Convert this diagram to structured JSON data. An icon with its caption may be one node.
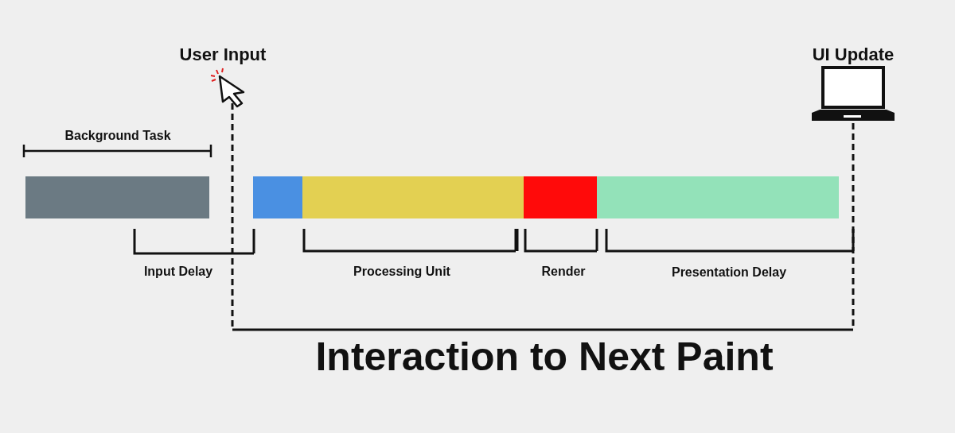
{
  "diagram": {
    "caption": "Interaction to Next Paint",
    "nodes": [
      {
        "text": [],
        "shape": "bar"
      },
      {
        "text": [],
        "shape": "bar"
      },
      {
        "text": [],
        "shape": "bar"
      },
      {
        "text": [],
        "shape": "bar"
      },
      {
        "text": [],
        "shape": "bar"
      }
    ],
    "labels": [
      "User Input",
      "UI Update",
      "Background Task",
      "Input Delay",
      "Processing Unit",
      "Render",
      "Presentation Delay"
    ]
  }
}
